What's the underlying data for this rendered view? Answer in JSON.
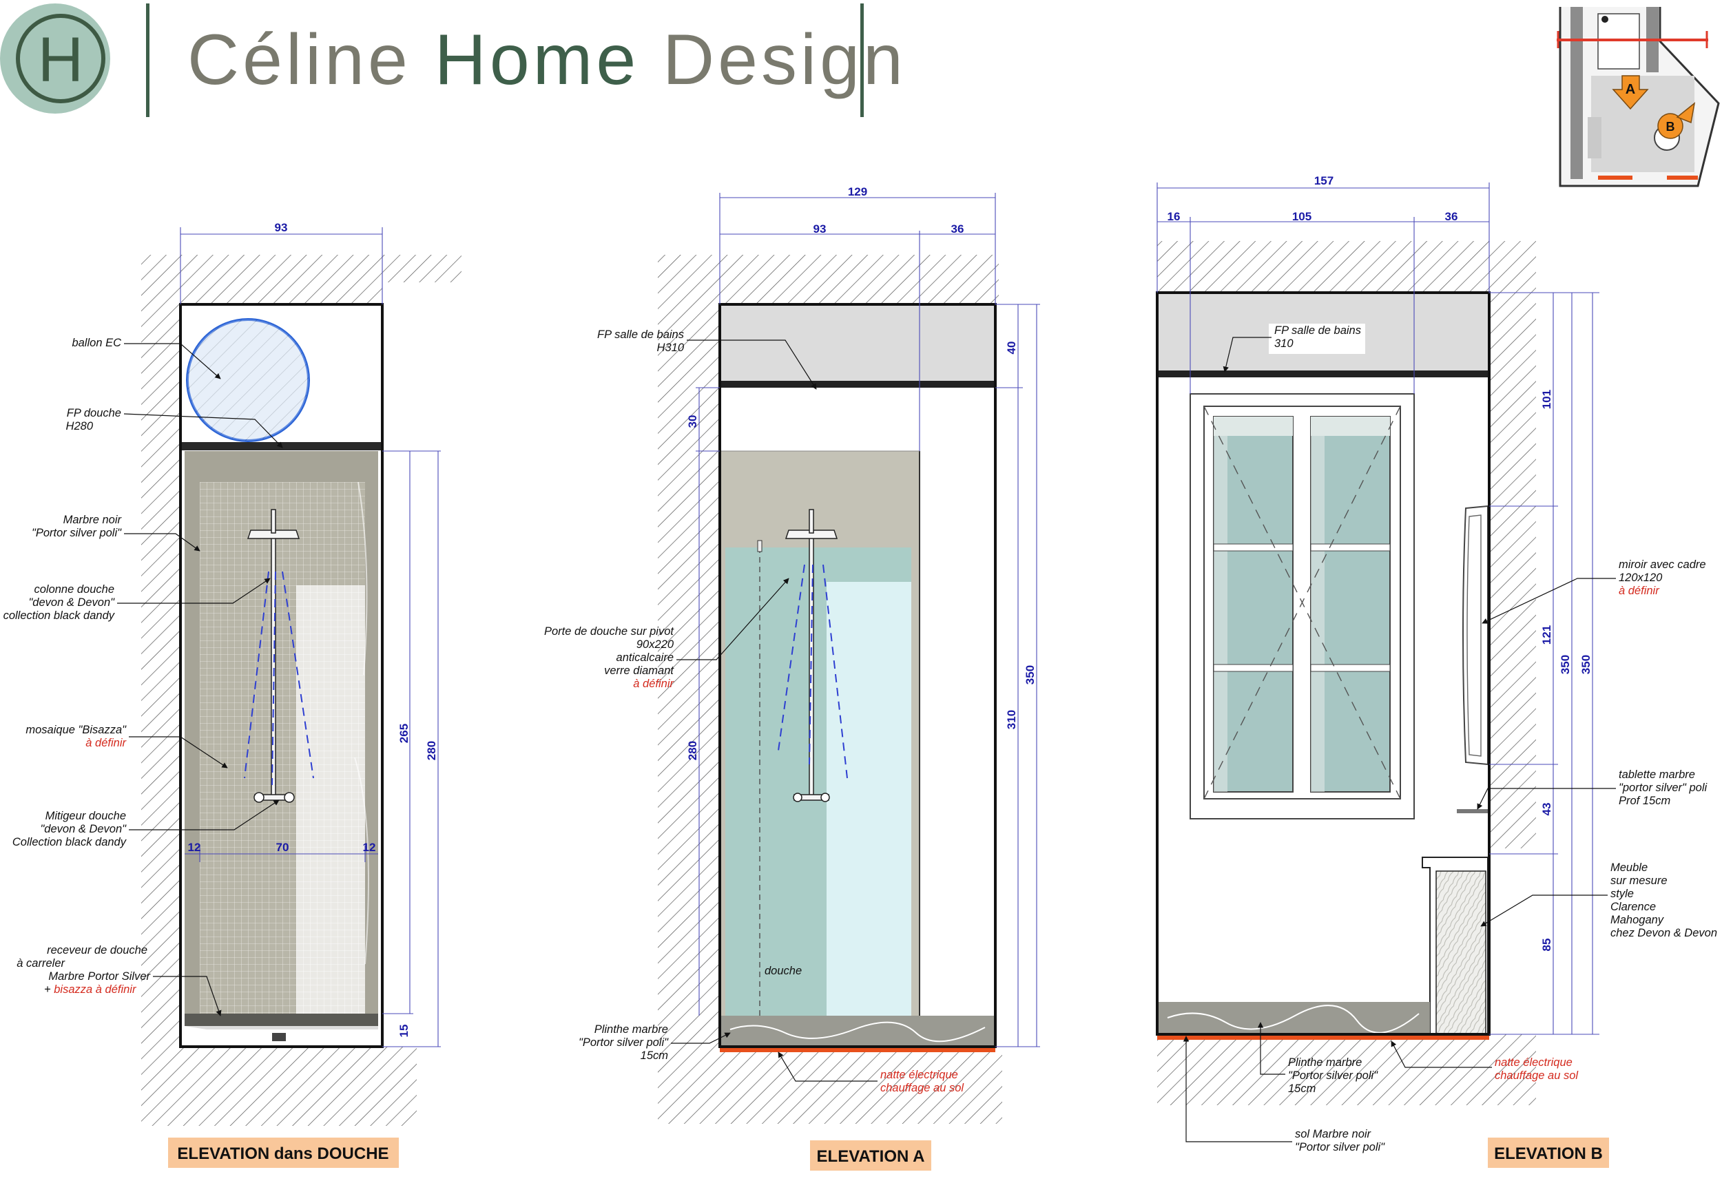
{
  "brand": {
    "logo_letter": "H",
    "name_part1": "Céline ",
    "name_part2": "Home ",
    "name_part3": "Design",
    "colors": {
      "logo_bg": "#a7c7ba",
      "logo_ink": "#3e5a44",
      "gray": "#7a7a6e",
      "green": "#3e5f4a"
    }
  },
  "keyplan": {
    "marker_a": "A",
    "marker_b": "B",
    "accent": "#f39224"
  },
  "elevation_douche": {
    "title": "ELEVATION dans DOUCHE",
    "dims": {
      "top_width": "93",
      "h_265": "265",
      "h_280": "280",
      "h_15": "15",
      "w_left": "12",
      "w_mid": "70",
      "w_right": "12"
    },
    "labels": {
      "ballon": "ballon EC",
      "fp_douche_1": "FP douche",
      "fp_douche_2": "H280",
      "marbre_1": "Marbre noir",
      "marbre_2": "\"Portor silver poli\"",
      "colonne_1": "colonne douche",
      "colonne_2": "\"devon & Devon\"",
      "colonne_3": "collection black dandy",
      "mosaique_1": "mosaique \"Bisazza\"",
      "mosaique_2": "à définir",
      "mitigeur_1": "Mitigeur douche",
      "mitigeur_2": "\"devon & Devon\"",
      "mitigeur_3": "Collection black dandy",
      "receveur_1": "receveur de douche",
      "receveur_2": "à carreler",
      "receveur_3": "Marbre Portor Silver",
      "receveur_4a": "+ ",
      "receveur_4b": "bisazza à définir"
    }
  },
  "elevation_a": {
    "title": "ELEVATION A",
    "dims": {
      "total_width": "129",
      "w_93": "93",
      "w_36": "36",
      "h_40": "40",
      "h_30": "30",
      "h_280": "280",
      "h_310": "310",
      "h_350": "350"
    },
    "labels": {
      "fp_1": "FP salle de bains",
      "fp_2": "H310",
      "porte_1": "Porte de douche sur pivot",
      "porte_2": "90x220",
      "porte_3": "anticalcaire",
      "porte_4": "verre diamant",
      "porte_5": "à définir",
      "douche": "douche",
      "plinthe_1": "Plinthe marbre",
      "plinthe_2": "\"Portor silver poli\"",
      "plinthe_3": "15cm",
      "natte_1": "natte électrique",
      "natte_2": "chauffage au sol"
    }
  },
  "elevation_b": {
    "title": "ELEVATION B",
    "dims": {
      "total_width": "157",
      "w_16": "16",
      "w_105": "105",
      "w_36": "36",
      "h_101": "101",
      "h_121": "121",
      "h_43": "43",
      "h_85": "85",
      "h_350a": "350",
      "h_350b": "350"
    },
    "labels": {
      "fp_1": "FP salle de bains",
      "fp_2": "310",
      "miroir_1": "miroir avec cadre",
      "miroir_2": "120x120",
      "miroir_3": "à définir",
      "tablette_1": "tablette marbre",
      "tablette_2": "\"portor silver\" poli",
      "tablette_3": "Prof 15cm",
      "meuble_1": "Meuble",
      "meuble_2": "sur mesure",
      "meuble_3": "style",
      "meuble_4": "Clarence",
      "meuble_5": "Mahogany",
      "meuble_6": "chez Devon & Devon",
      "plinthe_1": "Plinthe marbre",
      "plinthe_2": "\"Portor silver poli\"",
      "plinthe_3": "15cm",
      "natte_1": "natte électrique",
      "natte_2": "chauffage au sol",
      "sol_1": "sol Marbre noir",
      "sol_2": "\"Portor silver poli\""
    }
  },
  "colors": {
    "dimension": "#1a1aa6",
    "annotation_red": "#d42a1e",
    "title_bg": "#f9c79a",
    "heating_mat": "#e8501c",
    "glass": "#a9d3cf",
    "marble": "#9a9a92"
  }
}
